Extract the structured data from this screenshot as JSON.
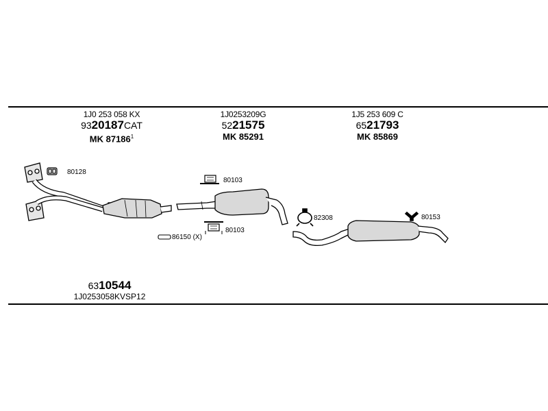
{
  "parts": [
    {
      "oem": "1J0 253 058 KX",
      "prefix": "93",
      "number": "20187",
      "suffix": "CAT",
      "mk": "MK  87186",
      "mk_sup": "1"
    },
    {
      "oem": "1J0253209G",
      "prefix": "52",
      "number": "21575",
      "suffix": "",
      "mk": "MK  85291",
      "mk_sup": ""
    },
    {
      "oem": "1J5 253 609 C",
      "prefix": "65",
      "number": "21793",
      "suffix": "",
      "mk": "MK  85869",
      "mk_sup": ""
    }
  ],
  "accessories": {
    "gasket": "80128",
    "clamp_top": "80103",
    "clamp_bottom": "80103",
    "pipe": "86150 (X)",
    "hanger": "82308",
    "bracket": "80153"
  },
  "kit": {
    "prefix": "63",
    "number": "10544",
    "oem": "1J0253058KVSP12"
  }
}
